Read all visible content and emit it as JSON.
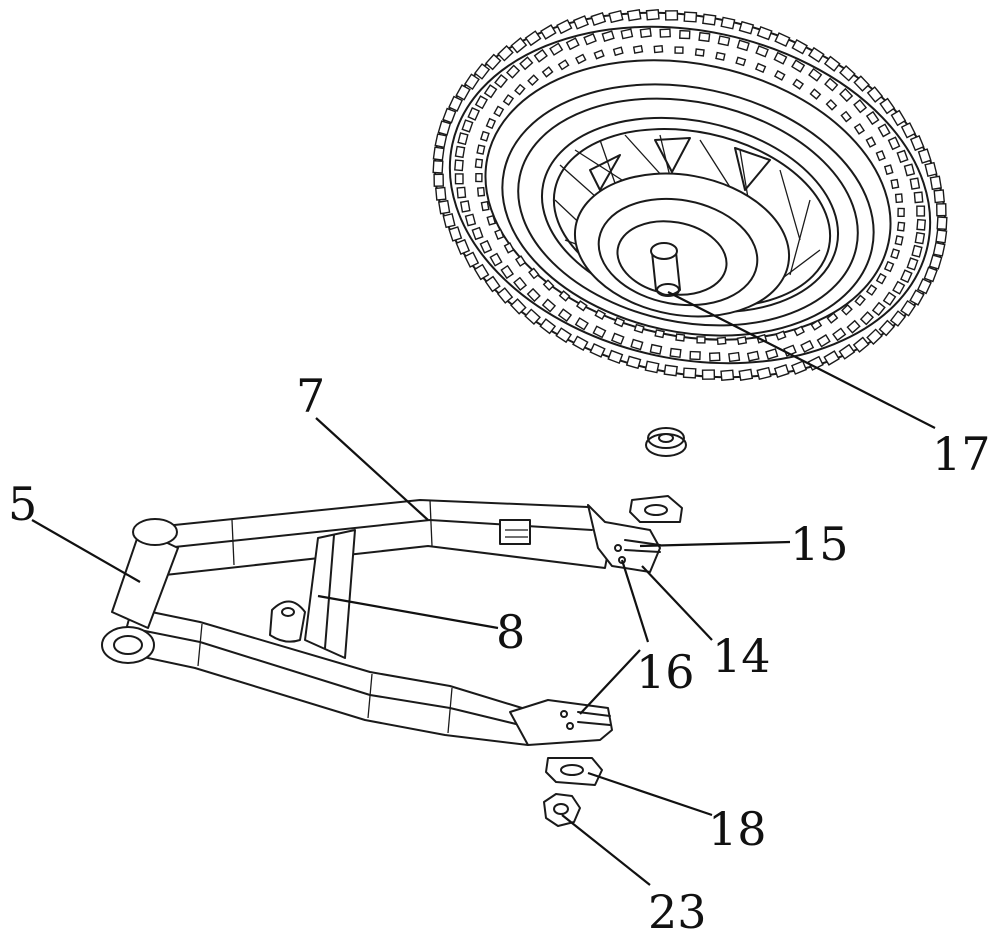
{
  "diagram": {
    "callouts": {
      "c5": "5",
      "c7": "7",
      "c8": "8",
      "c14": "14",
      "c15": "15",
      "c16": "16",
      "c17": "17",
      "c18": "18",
      "c23": "23"
    }
  }
}
